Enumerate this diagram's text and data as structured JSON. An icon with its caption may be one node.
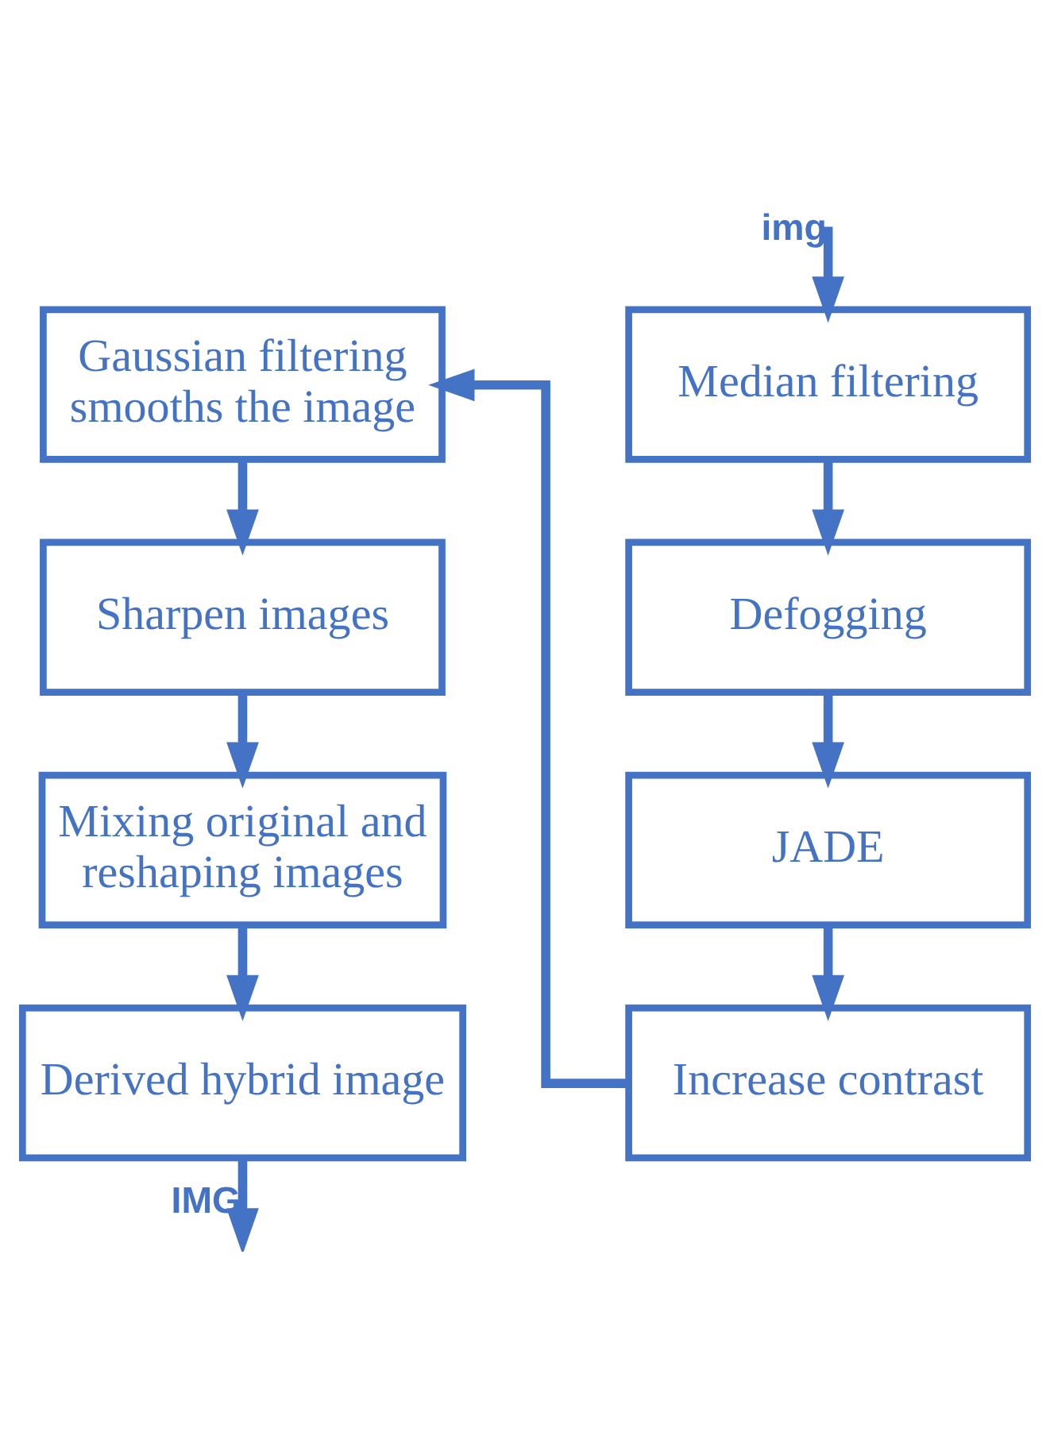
{
  "diagram": {
    "nodes": [
      {
        "text": [
          "Median filtering"
        ]
      },
      {
        "text": [
          "Defogging"
        ]
      },
      {
        "text": [
          "JADE"
        ]
      },
      {
        "text": [
          "Increase contrast"
        ]
      },
      {
        "text": [
          "Gaussian filtering smooths the image"
        ]
      },
      {
        "text": [
          "Sharpen images"
        ]
      },
      {
        "text": [
          "Mixing original and reshaping images"
        ]
      },
      {
        "text": [
          "Derived hybrid image"
        ]
      }
    ],
    "edges": [
      {
        "from": null,
        "to": 0,
        "arrow": "to",
        "label": "img"
      },
      {
        "from": 0,
        "to": 1,
        "arrow": "to"
      },
      {
        "from": 1,
        "to": 2,
        "arrow": "to"
      },
      {
        "from": 2,
        "to": 3,
        "arrow": "to"
      },
      {
        "from": 3,
        "to": 4,
        "arrow": "to"
      },
      {
        "from": 4,
        "to": 5,
        "arrow": "to"
      },
      {
        "from": 5,
        "to": 6,
        "arrow": "to"
      },
      {
        "from": 6,
        "to": 7,
        "arrow": "to"
      },
      {
        "from": 7,
        "to": null,
        "arrow": "to",
        "label": "IMG"
      }
    ]
  }
}
